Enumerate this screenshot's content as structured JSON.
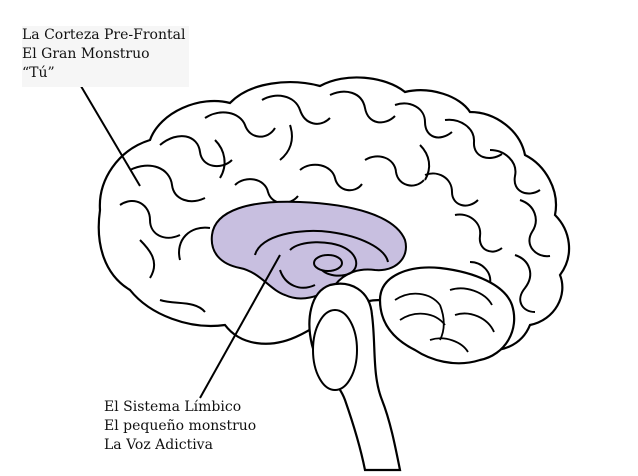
{
  "labels": {
    "cortex": {
      "lines": [
        "La Corteza Pre-Frontal",
        "El Gran Monstruo",
        "“Tú”"
      ]
    },
    "limbic": {
      "lines": [
        "El Sistema Límbico",
        "El pequeño monstruo",
        "La Voz Adictiva"
      ]
    }
  },
  "colors": {
    "outline": "#000000",
    "brain_fill": "#ffffff",
    "limbic_fill": "#c8bfe0",
    "label_bg": "#f6f6f6"
  }
}
